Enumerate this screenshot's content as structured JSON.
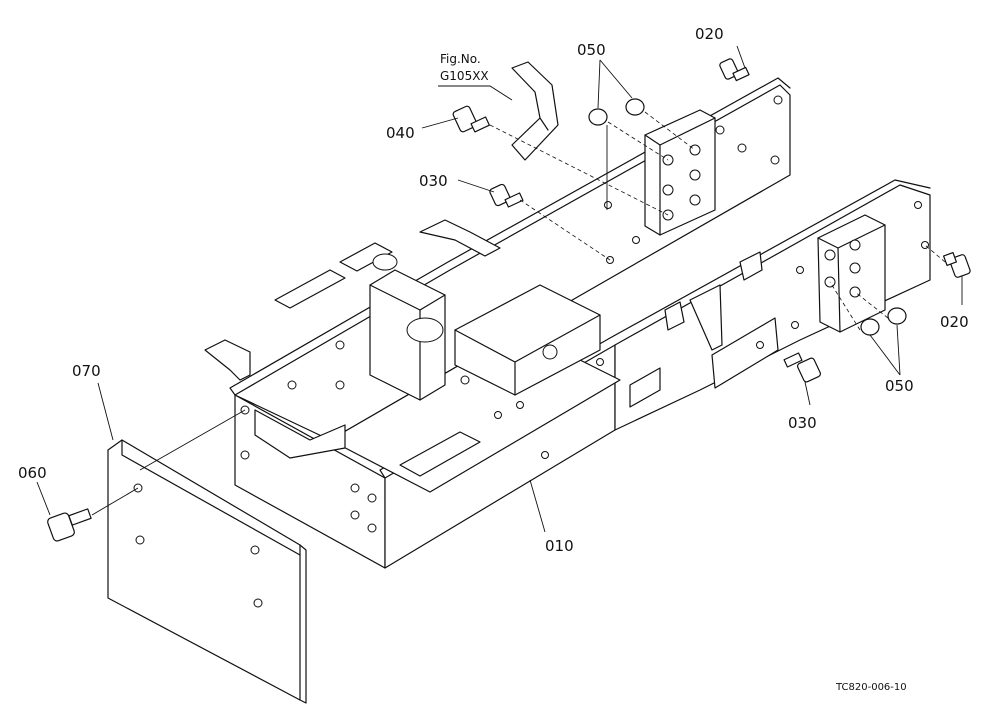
{
  "figure_ref": {
    "line1": "Fig.No.",
    "line2": "G105XX"
  },
  "callouts": [
    "010",
    "020",
    "020",
    "030",
    "030",
    "040",
    "050",
    "050",
    "060",
    "070"
  ],
  "drawing_code": "TC820-006-10"
}
